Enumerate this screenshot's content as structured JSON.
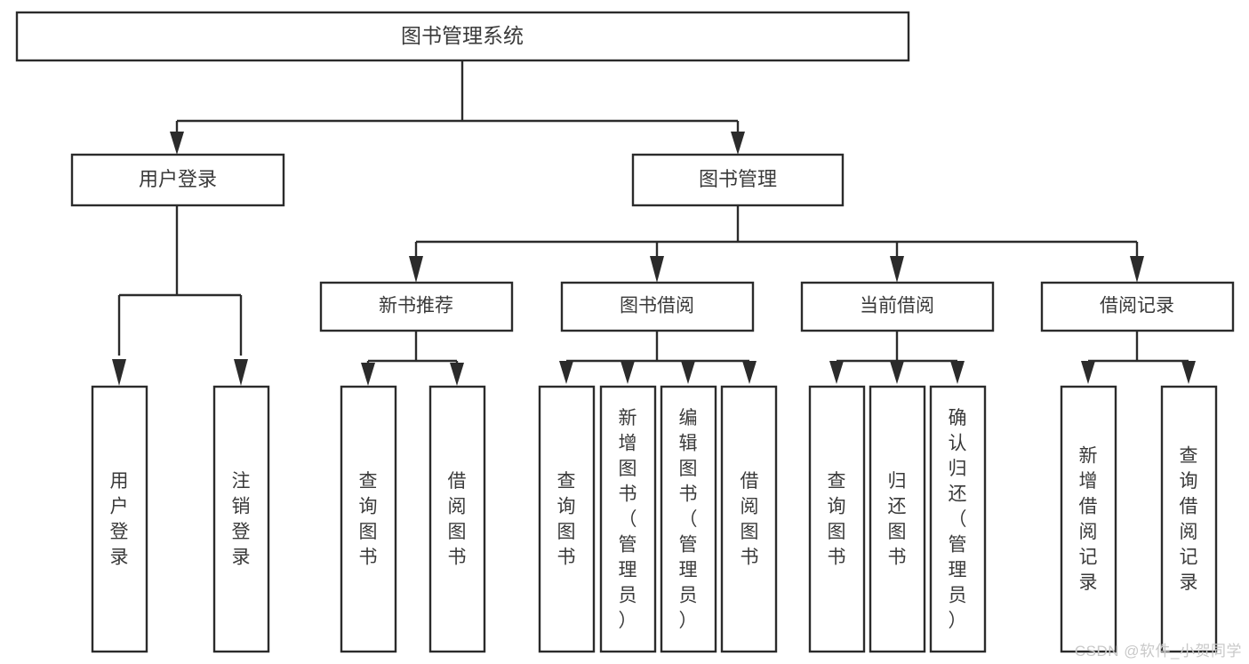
{
  "diagram": {
    "title": "图书管理系统",
    "type": "tree-hierarchy-diagram",
    "colors": {
      "box_fill": "#ffffff",
      "box_stroke": "#2b2b2b",
      "text": "#3a3a3a",
      "connector": "#2b2b2b",
      "background": "#ffffff",
      "watermark": "#c9c9c9"
    },
    "root": {
      "label": "图书管理系统"
    },
    "level1": [
      {
        "label": "用户登录"
      },
      {
        "label": "图书管理"
      }
    ],
    "level2": [
      {
        "label": "新书推荐"
      },
      {
        "label": "图书借阅"
      },
      {
        "label": "当前借阅"
      },
      {
        "label": "借阅记录"
      }
    ],
    "leaves": {
      "user_login": [
        {
          "label": "用户登录"
        },
        {
          "label": "注销登录"
        }
      ],
      "new_book_recommend": [
        {
          "label": "查询图书"
        },
        {
          "label": "借阅图书"
        }
      ],
      "book_borrow": [
        {
          "label": "查询图书"
        },
        {
          "label": "新增图书（管理员）"
        },
        {
          "label": "编辑图书（管理员）"
        },
        {
          "label": "借阅图书"
        }
      ],
      "current_borrow": [
        {
          "label": "查询图书"
        },
        {
          "label": "归还图书"
        },
        {
          "label": "确认归还（管理员）"
        }
      ],
      "borrow_record": [
        {
          "label": "新增借阅记录"
        },
        {
          "label": "查询借阅记录"
        }
      ]
    }
  },
  "watermark": {
    "text": "CSDN @软件_小贺同学"
  }
}
